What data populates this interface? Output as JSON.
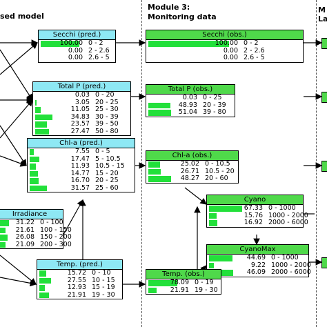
{
  "headers": {
    "left": "sed model",
    "mid_line1": "Module 3:",
    "mid_line2": "Monitoring data",
    "right_line1": "M",
    "right_line2": "La"
  },
  "nodes": {
    "secchi_pred": {
      "title": "Secchi   (pred.)",
      "rows": [
        {
          "value": "100.00",
          "range": "0 - 2",
          "pct": 100.0
        },
        {
          "value": "0.00",
          "range": "2 - 2.6",
          "pct": 0.0
        },
        {
          "value": "0.00",
          "range": "2.6 - 5",
          "pct": 0.0
        }
      ]
    },
    "totalp_pred": {
      "title": "Total P   (pred.)",
      "rows": [
        {
          "value": "0.03",
          "range": "0 - 20",
          "pct": 0.03
        },
        {
          "value": "3.05",
          "range": "20 - 25",
          "pct": 3.05
        },
        {
          "value": "11.05",
          "range": "25 - 30",
          "pct": 11.05
        },
        {
          "value": "34.83",
          "range": "30 - 39",
          "pct": 34.83
        },
        {
          "value": "23.57",
          "range": "39 - 50",
          "pct": 23.57
        },
        {
          "value": "27.47",
          "range": "50 - 80",
          "pct": 27.47
        }
      ]
    },
    "chla_pred": {
      "title": "Chl-a   (pred.)",
      "rows": [
        {
          "value": "7.55",
          "range": "0 - 5",
          "pct": 7.55
        },
        {
          "value": "17.47",
          "range": "5 - 10.5",
          "pct": 17.47
        },
        {
          "value": "11.93",
          "range": "10.5 - 15",
          "pct": 11.93
        },
        {
          "value": "14.77",
          "range": "15 - 20",
          "pct": 14.77
        },
        {
          "value": "16.70",
          "range": "20 - 25",
          "pct": 16.7
        },
        {
          "value": "31.57",
          "range": "25 - 60",
          "pct": 31.57
        }
      ]
    },
    "irradiance": {
      "title": "Irradiance",
      "rows": [
        {
          "value": "31.22",
          "range": "0 - 100",
          "pct": 31.22
        },
        {
          "value": "21.61",
          "range": "100 - 150",
          "pct": 21.61
        },
        {
          "value": "26.08",
          "range": "150 - 200",
          "pct": 26.08
        },
        {
          "value": "21.09",
          "range": "200 - 300",
          "pct": 21.09
        }
      ]
    },
    "temp_pred": {
      "title": "Temp.   (pred.)",
      "rows": [
        {
          "value": "15.72",
          "range": "0 - 10",
          "pct": 15.72
        },
        {
          "value": "27.55",
          "range": "10 - 15",
          "pct": 27.55
        },
        {
          "value": "12.93",
          "range": "15 - 19",
          "pct": 12.93
        },
        {
          "value": "21.91",
          "range": "19 - 30",
          "pct": 21.91
        }
      ]
    },
    "secchi_obs": {
      "title": "Secchi   (obs.)",
      "rows": [
        {
          "value": "100.00",
          "range": "0 - 2",
          "pct": 100.0
        },
        {
          "value": "0.00",
          "range": "2 - 2.6",
          "pct": 0.0
        },
        {
          "value": "0.00",
          "range": "2.6 - 5",
          "pct": 0.0
        }
      ]
    },
    "totalp_obs": {
      "title": "Total P   (obs.)",
      "rows": [
        {
          "value": "0.03",
          "range": "0 - 25",
          "pct": 0.03
        },
        {
          "value": "48.93",
          "range": "20 - 39",
          "pct": 48.93
        },
        {
          "value": "51.04",
          "range": "39 - 80",
          "pct": 51.04
        }
      ]
    },
    "chla_obs": {
      "title": "Chl-a   (obs.)",
      "rows": [
        {
          "value": "25.02",
          "range": "0 - 10.5",
          "pct": 25.02
        },
        {
          "value": "26.71",
          "range": "10.5 - 20",
          "pct": 26.71
        },
        {
          "value": "48.27",
          "range": "20 - 60",
          "pct": 48.27
        }
      ]
    },
    "cyano": {
      "title": "Cyano",
      "rows": [
        {
          "value": "67.33",
          "range": "0 - 1000",
          "pct": 67.33
        },
        {
          "value": "15.76",
          "range": "1000 - 2000",
          "pct": 15.76
        },
        {
          "value": "16.92",
          "range": "2000 - 6000",
          "pct": 16.92
        }
      ]
    },
    "cyanomax": {
      "title": "CyanoMax",
      "rows": [
        {
          "value": "44.69",
          "range": "0 - 1000",
          "pct": 44.69
        },
        {
          "value": "9.22",
          "range": "1000 - 2000",
          "pct": 9.22
        },
        {
          "value": "46.09",
          "range": "2000 - 6000",
          "pct": 46.09
        }
      ]
    },
    "temp_obs": {
      "title": "Temp.   (obs.)",
      "rows": [
        {
          "value": "78.09",
          "range": "0 - 19",
          "pct": 78.09
        },
        {
          "value": "21.91",
          "range": "19 - 30",
          "pct": 21.91
        }
      ]
    }
  }
}
